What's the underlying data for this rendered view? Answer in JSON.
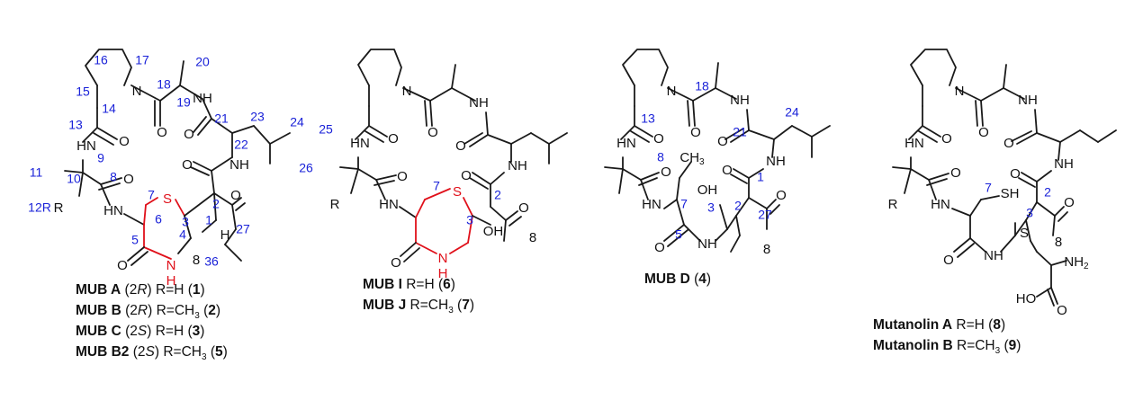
{
  "colors": {
    "bond": "#1a1a1a",
    "highlight": "#e0101a",
    "locant": "#1a22d8",
    "text": "#111111"
  },
  "atoms": {
    "NH": "NH",
    "HN": "HN",
    "H": "H",
    "N": "N",
    "O": "O",
    "S": "S",
    "R": "R",
    "OH": "OH",
    "SH": "SH",
    "NH2": "NH",
    "NH2_sub": "2",
    "HO": "HO",
    "CH3": "CH",
    "CH3_sub": "3",
    "hash8": "8",
    "twelveR": "12R"
  },
  "numbers": {
    "n1": "1",
    "n2": "2",
    "n3": "3",
    "n4": "4",
    "n5": "5",
    "n6": "6",
    "n7": "7",
    "n8": "8",
    "n9": "9",
    "n10": "10",
    "n11": "11",
    "n13": "13",
    "n14": "14",
    "n15": "15",
    "n16": "16",
    "n17": "17",
    "n18": "18",
    "n19": "19",
    "n20": "20",
    "n21": "21",
    "n22": "22",
    "n23": "23",
    "n24": "24",
    "n25": "25",
    "n26": "26",
    "n27": "27",
    "n36": "36"
  },
  "captions": {
    "mubA": {
      "name": "MUB A",
      "pre": " (2",
      "config": "R",
      "post": ") R=H (",
      "num": "1",
      "end": ")"
    },
    "mubB": {
      "name": "MUB B",
      "pre": " (2",
      "config": "R",
      "post": ") R=CH",
      "sub": "3",
      "post2": " (",
      "num": "2",
      "end": ")"
    },
    "mubC": {
      "name": "MUB C",
      "pre": " (2",
      "config": "S",
      "post": ") R=H (",
      "num": "3",
      "end": ")"
    },
    "mubB2": {
      "name": "MUB B2",
      "pre": " (2",
      "config": "S",
      "post": ") R=CH",
      "sub": "3",
      "post2": " (",
      "num": "5",
      "end": ")"
    },
    "mubI": {
      "name": "MUB I",
      "post": " R=H (",
      "num": "6",
      "end": ")"
    },
    "mubJ": {
      "name": "MUB J",
      "post": " R=CH",
      "sub": "3",
      "post2": " (",
      "num": "7",
      "end": ")"
    },
    "mubD": {
      "name": "MUB D",
      "post": " (",
      "num": "4",
      "end": ")"
    },
    "mutA": {
      "name": "Mutanolin A",
      "post": " R=H (",
      "num": "8",
      "end": ")"
    },
    "mutB": {
      "name": "Mutanolin B",
      "post": " R=CH",
      "sub": "3",
      "post2": " (",
      "num": "9",
      "end": ")"
    }
  }
}
